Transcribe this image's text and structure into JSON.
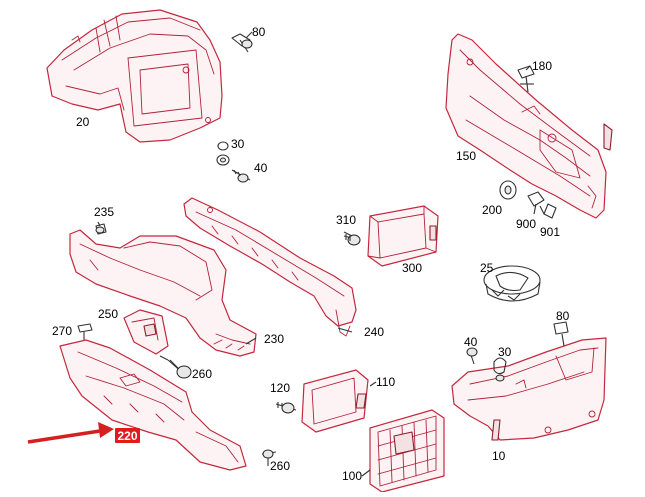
{
  "labels": {
    "p20": "20",
    "p30a": "30",
    "p40a": "40",
    "p80a": "80",
    "p150": "150",
    "p180": "180",
    "p200": "200",
    "p900": "900",
    "p901": "901",
    "p25": "25",
    "p235": "235",
    "p240": "240",
    "p310": "310",
    "p300": "300",
    "p250": "250",
    "p270": "270",
    "p230": "230",
    "p260a": "260",
    "p220": "220",
    "p120": "120",
    "p110": "110",
    "p100": "100",
    "p260b": "260",
    "p40b": "40",
    "p30b": "30",
    "p80b": "80",
    "p10": "10"
  },
  "highlight": {
    "part": "220",
    "color": "#e31a1c",
    "arrow_color": "#d42020"
  }
}
